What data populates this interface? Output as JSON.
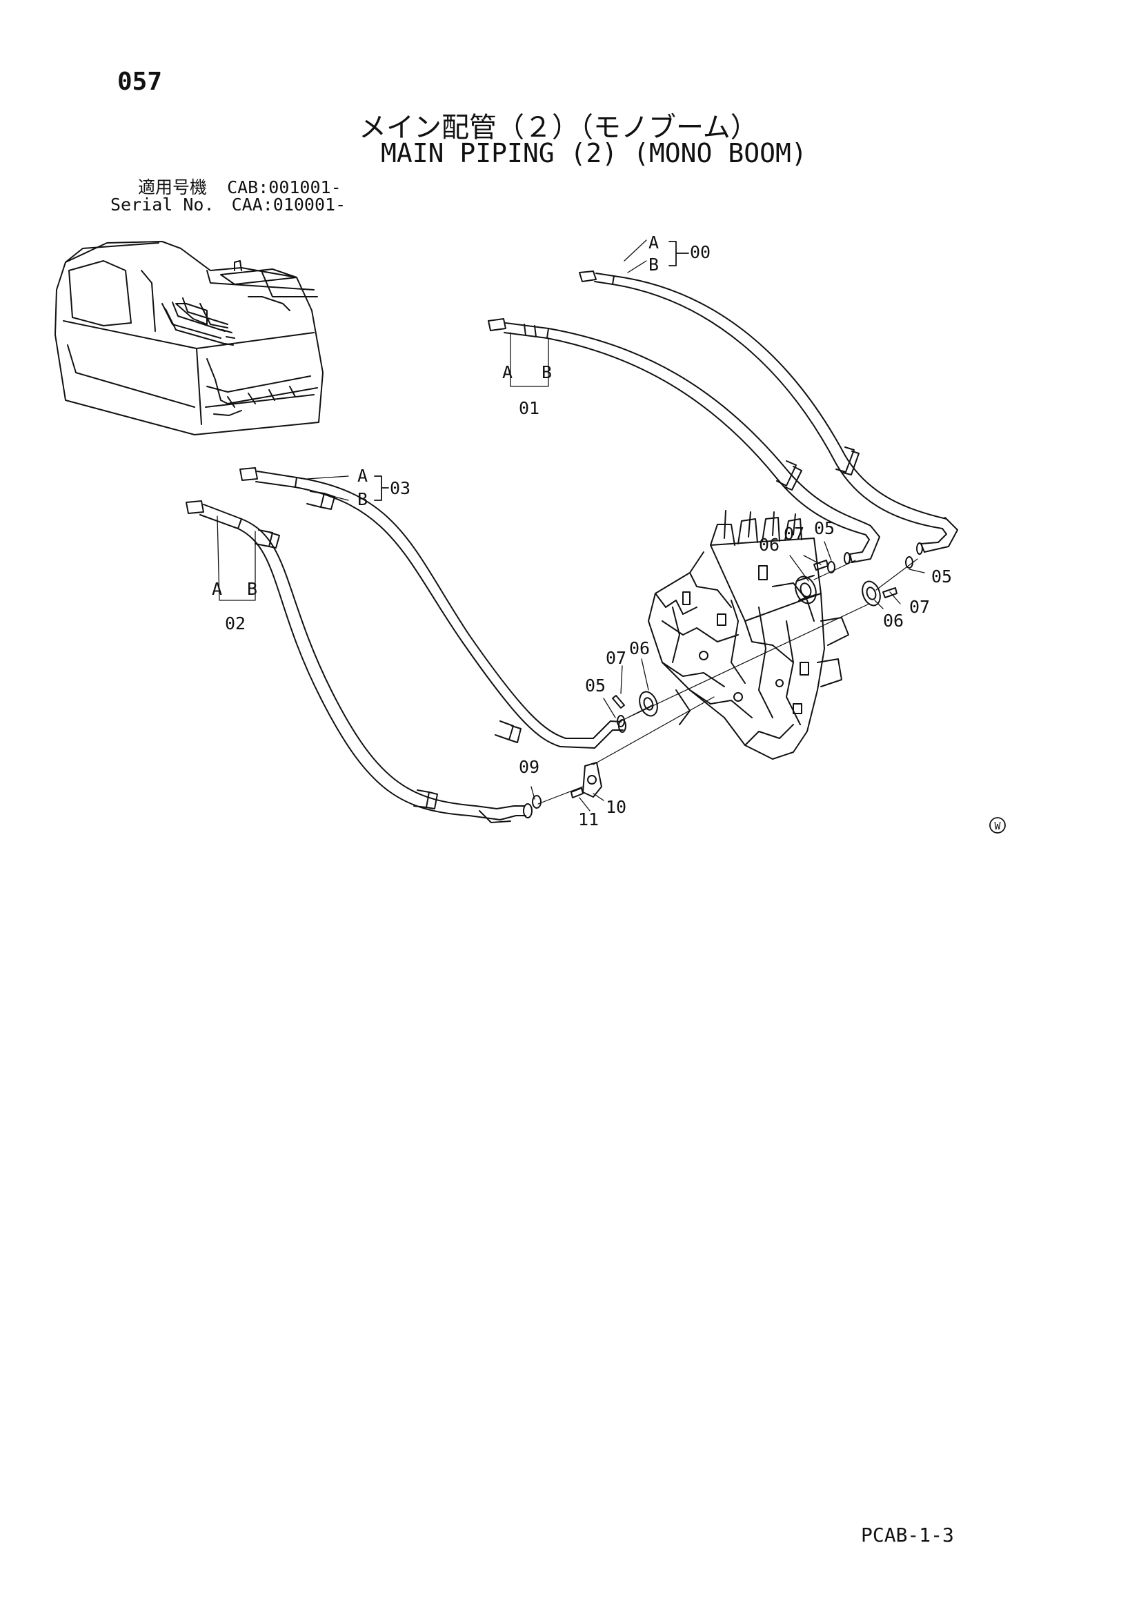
{
  "page_number": "057",
  "title_jp": "メイン配管（２）（モノブーム）",
  "title_en": "MAIN PIPING (2) (MONO BOOM)",
  "applicability": {
    "label_jp": "適用号機",
    "value_jp": "CAB:001001-",
    "label_en": "Serial No.",
    "value_en": "CAA:010001-"
  },
  "callouts": {
    "a": "A",
    "b": "B",
    "p00": "00",
    "p01": "01",
    "p02": "02",
    "p03": "03",
    "p05": "05",
    "p06": "06",
    "p07": "07",
    "p09": "09",
    "p10": "10",
    "p11": "11"
  },
  "watermark": "W",
  "footer_code": "PCAB-1-3"
}
